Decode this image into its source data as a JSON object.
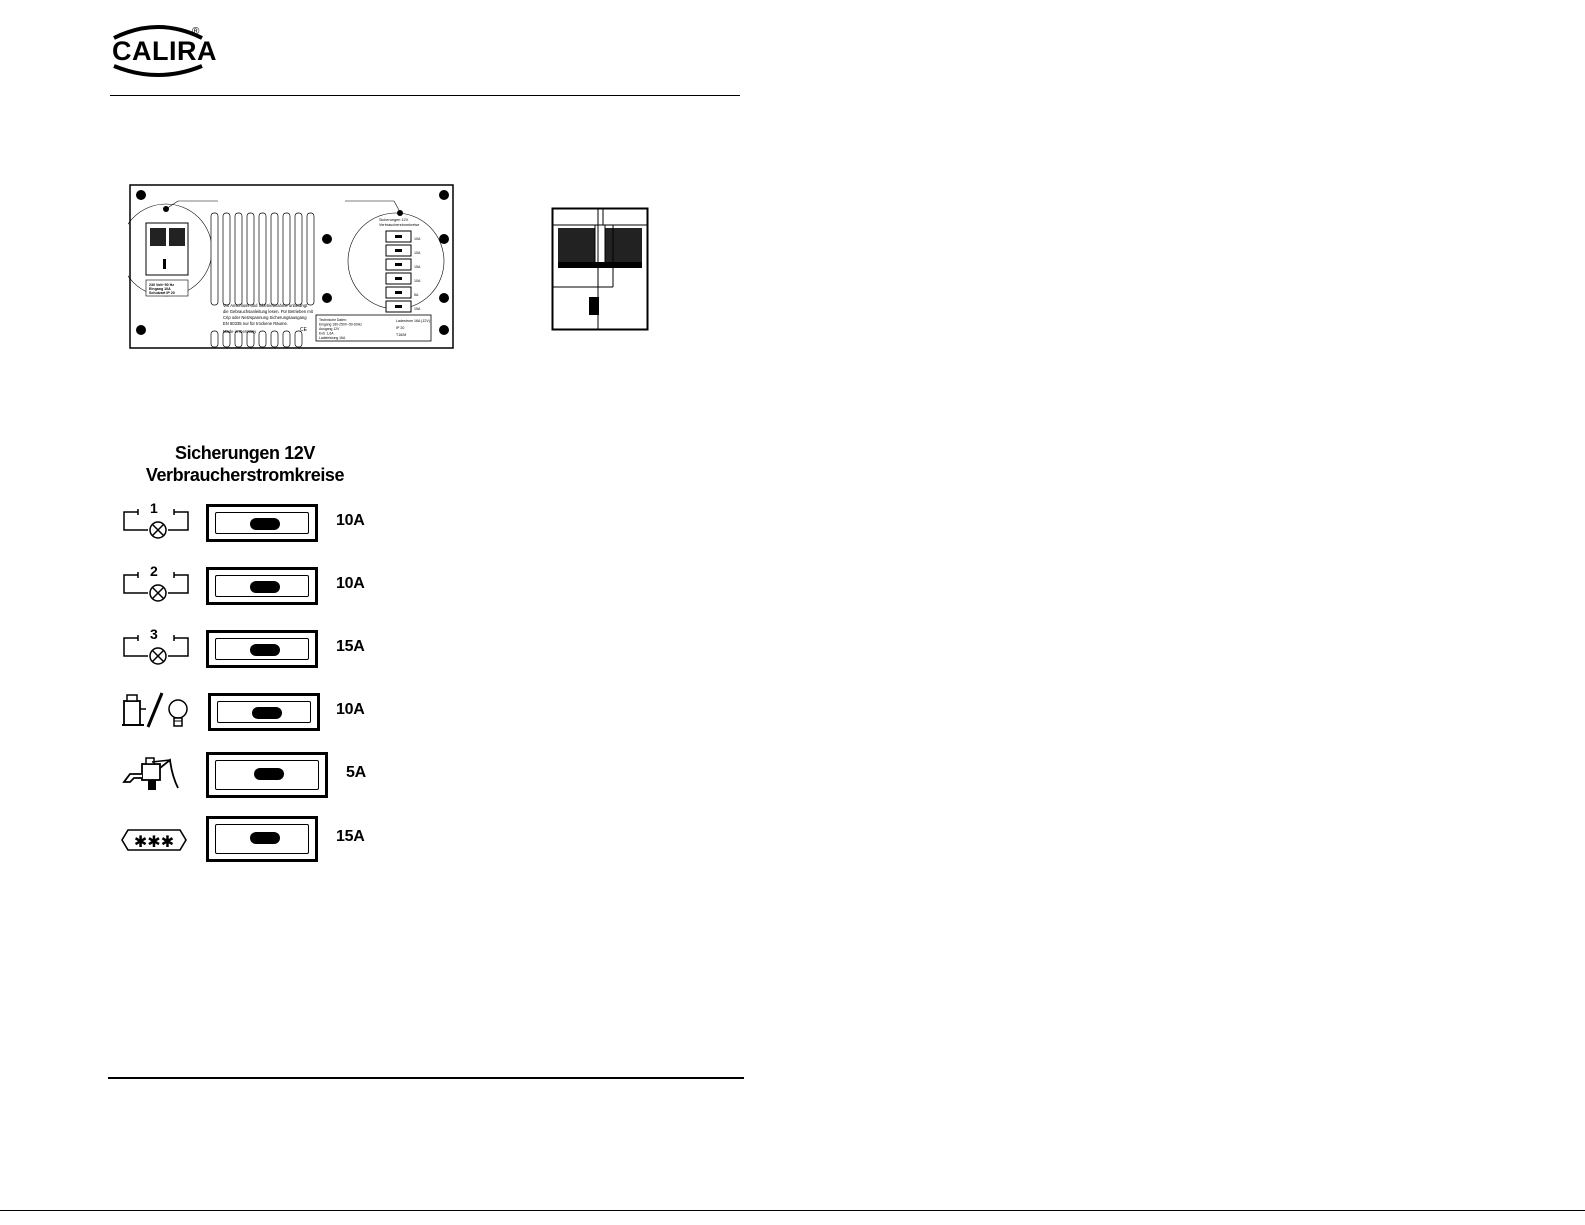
{
  "logo": {
    "text": "CALIRA",
    "registered": "®"
  },
  "panel": {
    "left_box_label_lines": [
      "230 Volt~50 Hz",
      "Eingang 10A",
      "Schutzart IP 20"
    ],
    "warning_lines": [
      "Vor Anschluss und Inbetriebnahme unbedingt",
      "die Gebrauchsanleitung lesen. Für Betrieben mit",
      "Crip oder Netzspannung Sicherungsausgang",
      "EN 60335 nur für trockene Räume."
    ],
    "made_in": "Made in Germany",
    "ce_mark": "CE",
    "fuse_header_lines": [
      "Sicherungen 12V",
      "Verbraucherstromkreise"
    ],
    "fuse_values": [
      "10A",
      "10A",
      "15A",
      "10A",
      "5A",
      "15A"
    ],
    "spec_lines": [
      "Technische Daten:",
      "Eingang 180-250V~50-60Hz",
      "Ausgang 12V",
      "Evtl. 1,6A",
      "Ladeleistung 16A"
    ],
    "spec_right": [
      "Ladestrom 16A (12V)",
      "IP 20",
      "T16/M"
    ]
  },
  "legend": {
    "title_line1": "Sicherungen 12V",
    "title_line2": "Verbraucherstromkreise",
    "rows": [
      {
        "icon": "lamp-circuit-1-icon",
        "number": "1",
        "rating": "10A"
      },
      {
        "icon": "lamp-circuit-2-icon",
        "number": "2",
        "rating": "10A"
      },
      {
        "icon": "lamp-circuit-3-icon",
        "number": "3",
        "rating": "15A"
      },
      {
        "icon": "pump-lightbulb-icon",
        "rating": "10A"
      },
      {
        "icon": "water-pump-icon",
        "rating": "5A"
      },
      {
        "icon": "refrigerator-icon",
        "symbol": "✱✱✱",
        "rating": "15A"
      }
    ]
  }
}
